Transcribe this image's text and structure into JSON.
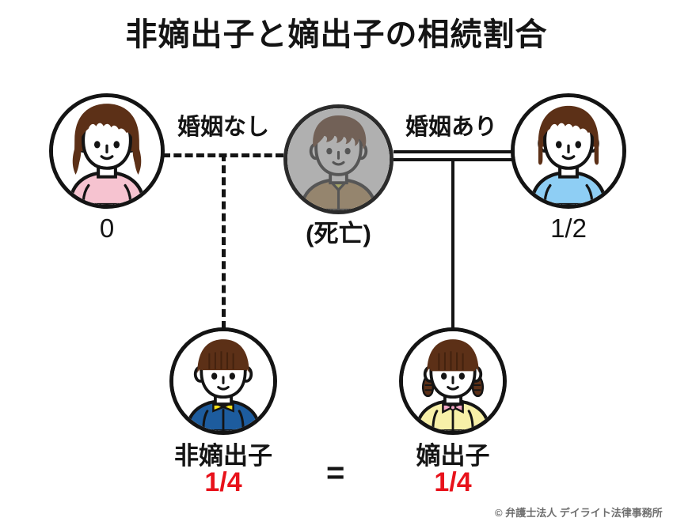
{
  "title": "非嫡出子と嫡出子の相続割合",
  "relationships": {
    "no_marriage_label": "婚姻なし",
    "marriage_label": "婚姻あり"
  },
  "people": {
    "mother_unmarried": {
      "name": "",
      "share": "0",
      "icon": "woman-wavy-hair-pink-avatar",
      "hair_color": "#5c3017",
      "clothes_color": "#f6c3d0"
    },
    "deceased_father": {
      "name": "(死亡)",
      "share": "",
      "icon": "man-deceased-grayed-avatar",
      "hair_color": "#5c3017",
      "clothes_color": "#b98f52"
    },
    "wife": {
      "name": "",
      "share": "1/2",
      "icon": "woman-bob-hair-blue-avatar",
      "hair_color": "#5c3017",
      "clothes_color": "#8ecef4"
    },
    "illegitimate_child": {
      "name": "非嫡出子",
      "share": "1/4",
      "icon": "boy-bowl-cut-blue-shirt-avatar",
      "hair_color": "#5c3017",
      "clothes_color": "#1d5c9e"
    },
    "legitimate_child": {
      "name": "嫡出子",
      "share": "1/4",
      "icon": "girl-braids-yellow-shirt-avatar",
      "hair_color": "#5c3017",
      "clothes_color": "#f7f0a8"
    }
  },
  "comparison": {
    "operator": "=",
    "note": ""
  },
  "footer": {
    "copyright": "© 弁護士法人 デイライト法律事務所"
  },
  "colors": {
    "share_highlight": "#e8121b",
    "text": "#141414",
    "line": "#141414",
    "footer_text": "#6e6e6e"
  }
}
